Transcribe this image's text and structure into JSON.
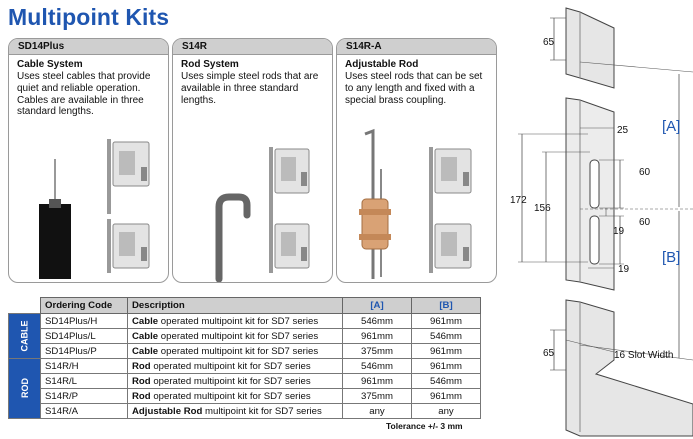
{
  "page_title": "Multipoint Kits",
  "cards": [
    {
      "code": "SD14Plus",
      "subtitle": "Cable System",
      "description": "Uses steel cables that provide quiet and reliable operation. Cables are available in three standard lengths."
    },
    {
      "code": "S14R",
      "subtitle": "Rod System",
      "description": "Uses simple steel rods that are available in three standard lengths."
    },
    {
      "code": "S14R-A",
      "subtitle": "Adjustable Rod",
      "description": "Uses steel rods that can be set to any length and fixed with a special brass coupling."
    }
  ],
  "table": {
    "headers": {
      "code": "Ordering Code",
      "description": "Description",
      "a": "[A]",
      "b": "[B]"
    },
    "groups": {
      "cable": "CABLE",
      "rod": "ROD"
    },
    "rows": [
      {
        "code": "SD14Plus/H",
        "desc_bold": "Cable",
        "desc_rest": " operated multipoint kit for SD7 series",
        "a": "546mm",
        "b": "961mm"
      },
      {
        "code": "SD14Plus/L",
        "desc_bold": "Cable",
        "desc_rest": " operated multipoint kit for SD7 series",
        "a": "961mm",
        "b": "546mm"
      },
      {
        "code": "SD14Plus/P",
        "desc_bold": "Cable",
        "desc_rest": " operated multipoint kit for SD7 series",
        "a": "375mm",
        "b": "961mm"
      },
      {
        "code": "S14R/H",
        "desc_bold": "Rod",
        "desc_rest": " operated multipoint kit for SD7 series",
        "a": "546mm",
        "b": "961mm"
      },
      {
        "code": "S14R/L",
        "desc_bold": "Rod",
        "desc_rest": " operated multipoint kit for SD7 series",
        "a": "961mm",
        "b": "546mm"
      },
      {
        "code": "S14R/P",
        "desc_bold": "Rod",
        "desc_rest": " operated multipoint kit for SD7 series",
        "a": "375mm",
        "b": "961mm"
      },
      {
        "code": "S14R/A",
        "desc_bold": "Adjustable Rod",
        "desc_rest": " multipoint kit for SD7 series",
        "a": "any",
        "b": "any"
      }
    ],
    "tolerance": "Tolerance +/- 3 mm"
  },
  "diagram": {
    "label_a": "[A]",
    "label_b": "[B]",
    "dim_top": "65",
    "dim_25": "25",
    "dim_172": "172",
    "dim_156": "156",
    "dim_60_upper": "60",
    "dim_60_lower": "60",
    "dim_19_inner": "19",
    "dim_19_outer": "19",
    "dim_bottom": "65",
    "slot_width": "16 Slot Width"
  },
  "colors": {
    "brand_blue": "#1f56b0",
    "header_grey": "#cfcfcf"
  }
}
